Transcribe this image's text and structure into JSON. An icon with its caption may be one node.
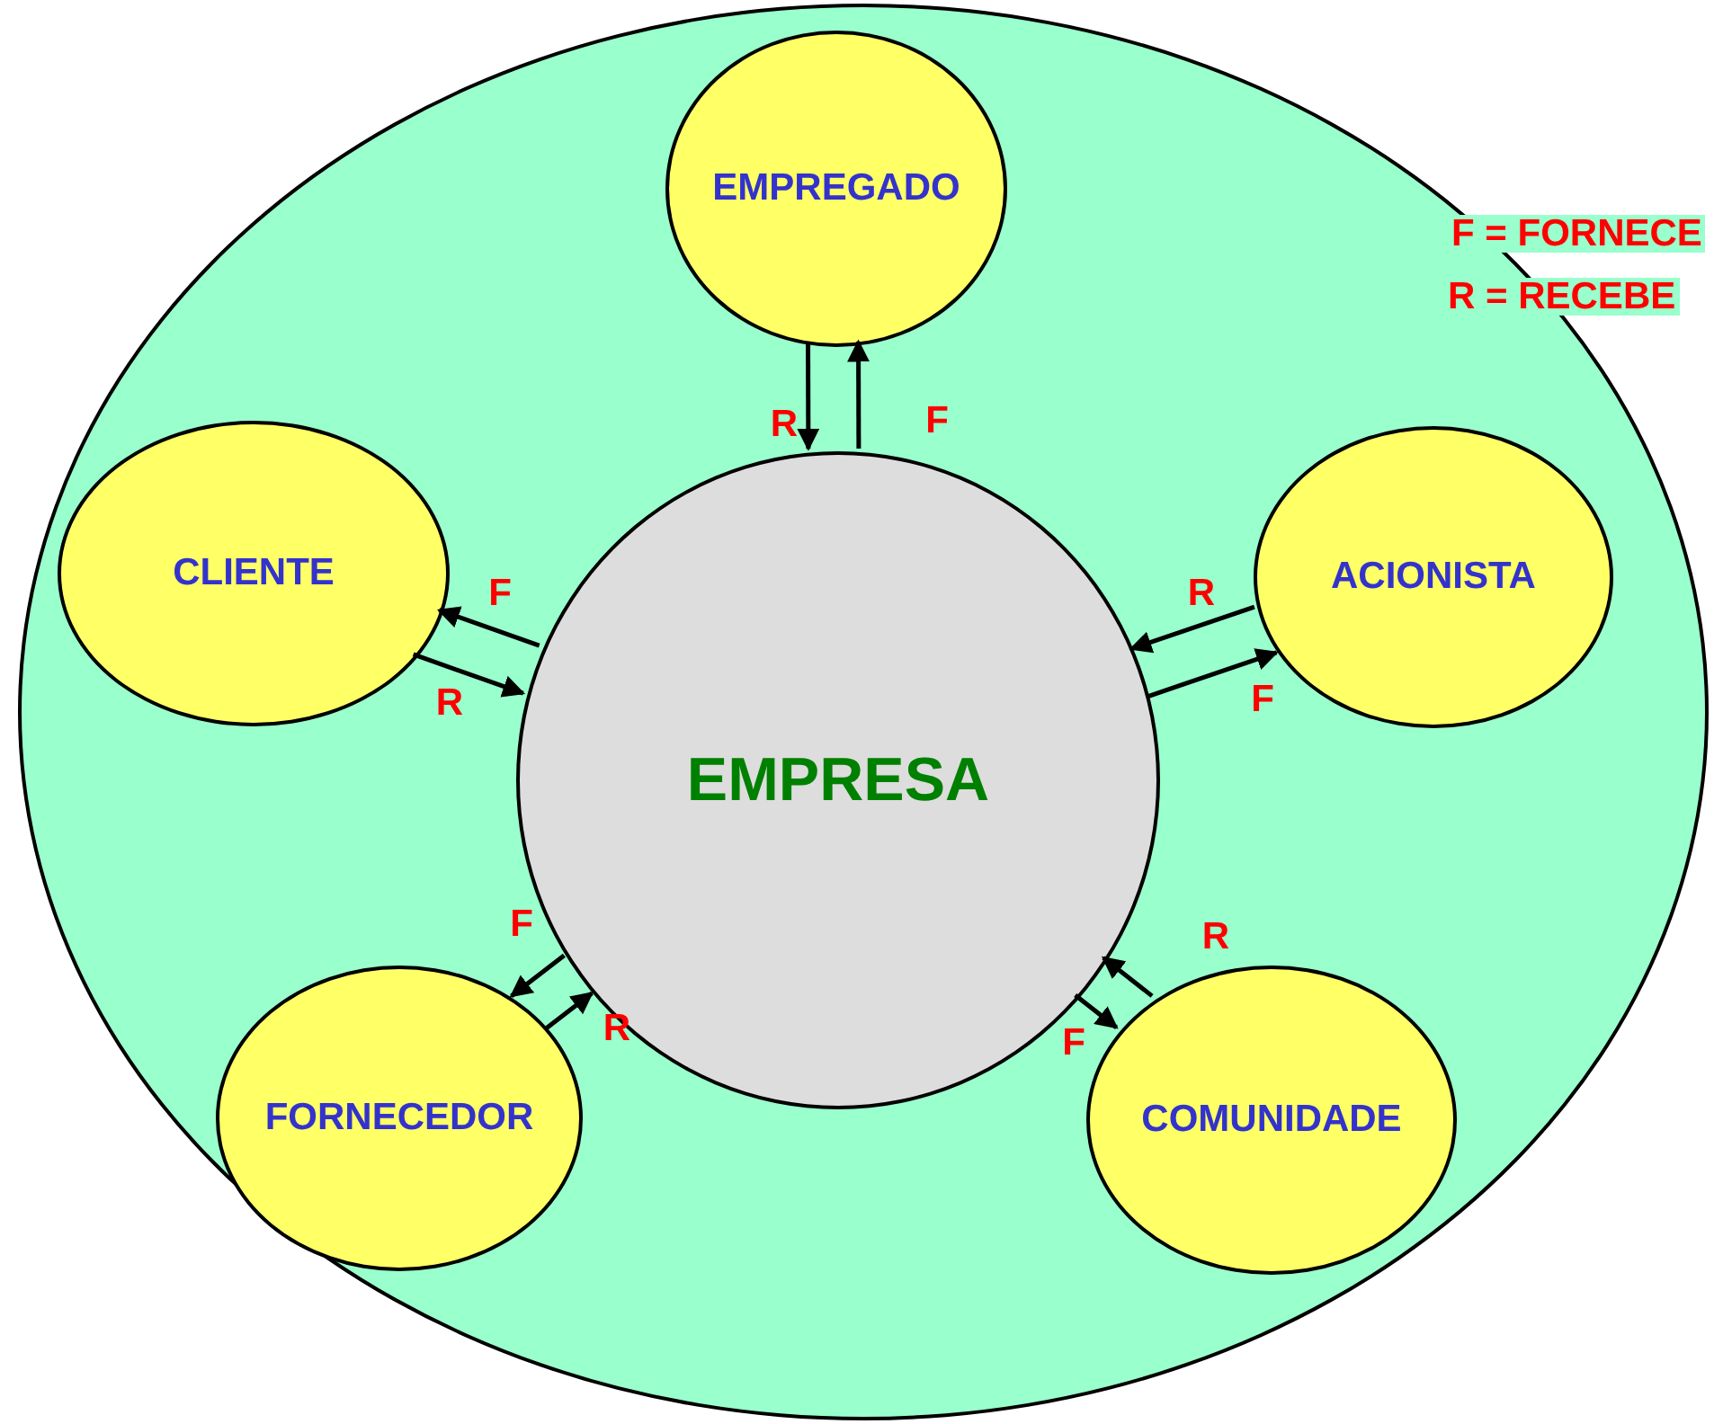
{
  "diagram": {
    "nodes": [
      {
        "text": [],
        "shape": "circle"
      },
      {
        "text": [
          "EMPREGADO"
        ],
        "in": 0
      },
      {
        "text": [
          "CLIENTE"
        ],
        "in": 0
      },
      {
        "text": [
          "ACIONISTA"
        ],
        "in": 0
      },
      {
        "text": [
          "EMPRESA"
        ],
        "in": 0
      },
      {
        "text": [
          "FORNECEDOR"
        ],
        "in": 0
      },
      {
        "text": [
          "COMUNIDADE"
        ],
        "in": 0
      }
    ],
    "edges": [
      {
        "from": 1,
        "to": 4,
        "arrow": "to",
        "label": "R"
      },
      {
        "from": 4,
        "to": 1,
        "arrow": "to",
        "label": "F"
      },
      {
        "from": 4,
        "to": 2,
        "arrow": "to",
        "label": "F"
      },
      {
        "from": 2,
        "to": 4,
        "arrow": "to",
        "label": "R"
      },
      {
        "from": 3,
        "to": 4,
        "arrow": "to",
        "label": "R"
      },
      {
        "from": 4,
        "to": 3,
        "arrow": "to",
        "label": "F"
      },
      {
        "from": 4,
        "to": 5,
        "arrow": "to",
        "label": "F"
      },
      {
        "from": 5,
        "to": 4,
        "arrow": "to",
        "label": "R"
      },
      {
        "from": 4,
        "to": 6,
        "arrow": "to",
        "label": "F"
      },
      {
        "from": 6,
        "to": 4,
        "arrow": "to",
        "label": "R"
      }
    ],
    "labels": [
      "F = FORNECE",
      "R = RECEBE"
    ]
  }
}
